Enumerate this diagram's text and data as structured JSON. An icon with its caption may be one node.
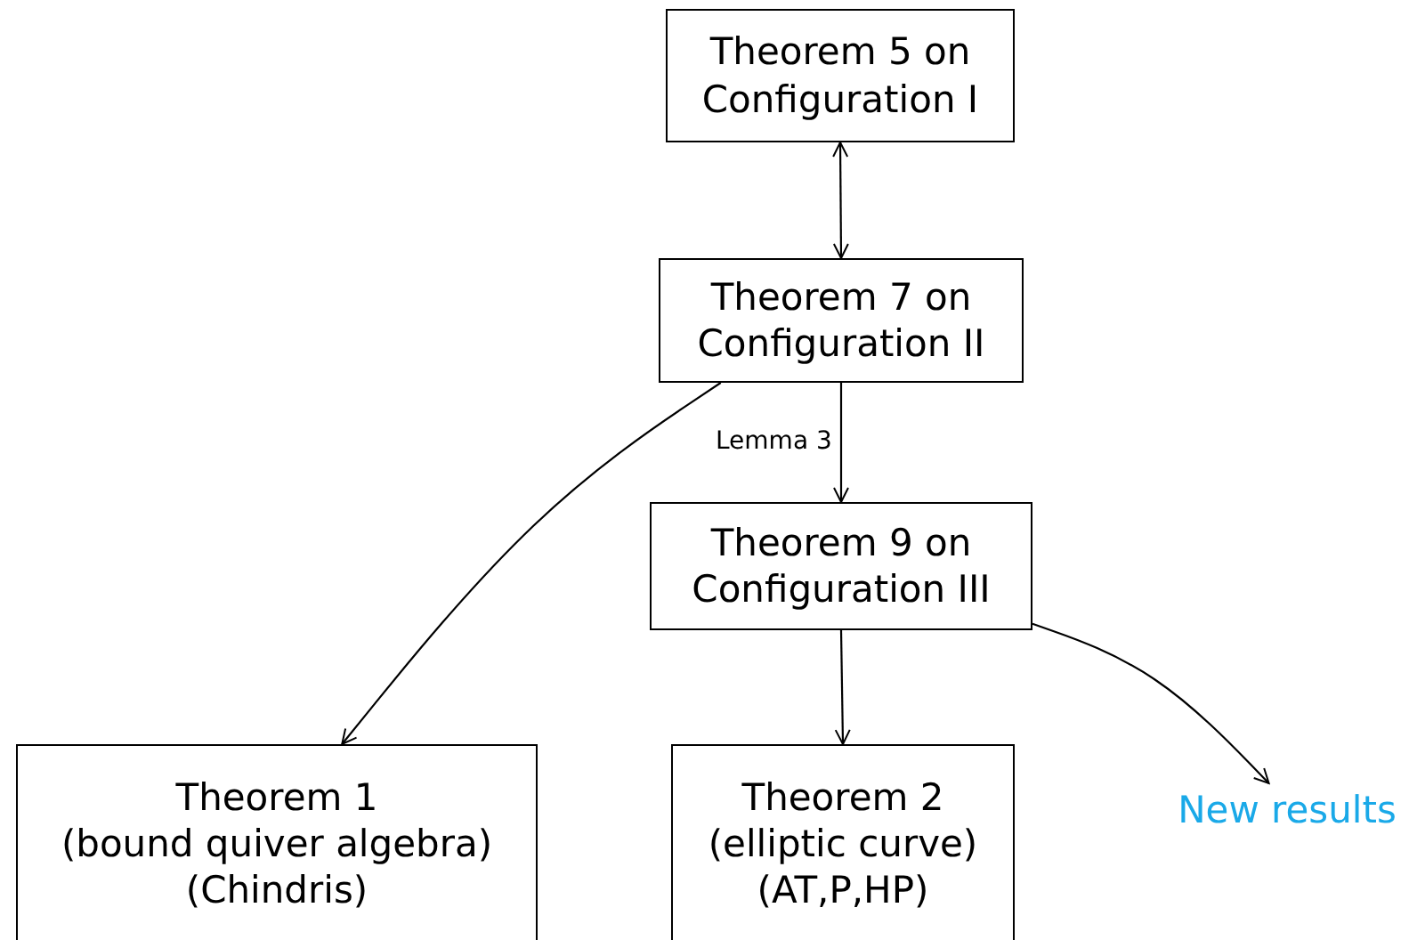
{
  "diagram": {
    "nodes": [
      {
        "text": [
          "Theorem 5 on Configuration I"
        ]
      },
      {
        "text": [
          "Theorem 7 on Configuration II"
        ]
      },
      {
        "text": [
          "Theorem 9 on Configuration III"
        ]
      },
      {
        "text": [
          "Theorem 1",
          "(bound quiver algebra)",
          "(Chindris)"
        ]
      },
      {
        "text": [
          "Theorem 2",
          "(elliptic curve)",
          "(AT,P,HP)"
        ]
      },
      {
        "text": [
          "New results"
        ]
      }
    ],
    "edges": [
      {
        "from": 0,
        "to": 1,
        "arrow": "both"
      },
      {
        "from": 1,
        "to": 2,
        "arrow": "to",
        "label": "Lemma 3"
      },
      {
        "from": 1,
        "to": 3,
        "arrow": "to"
      },
      {
        "from": 2,
        "to": 4,
        "arrow": "to"
      },
      {
        "from": 2,
        "to": 5,
        "arrow": "to"
      }
    ]
  }
}
